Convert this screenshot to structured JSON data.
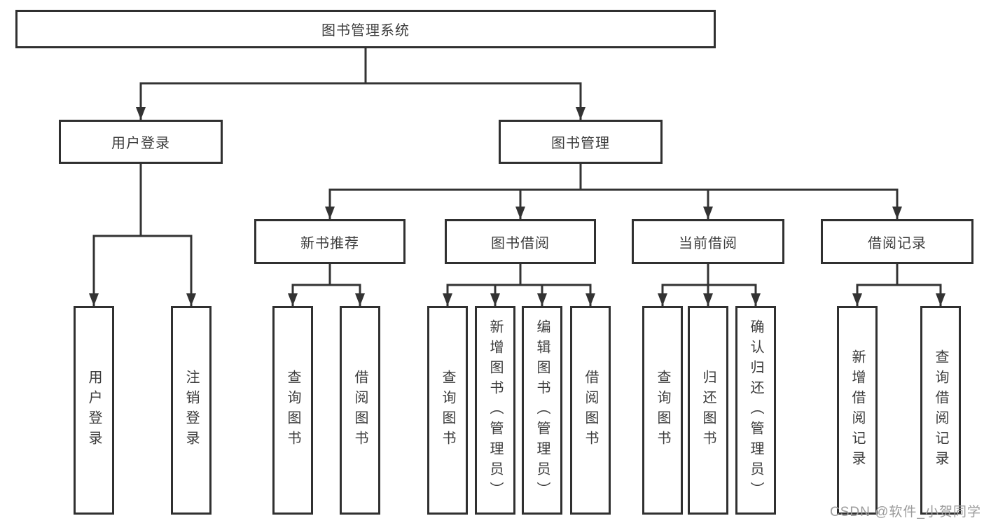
{
  "diagram": {
    "root": {
      "label": "图书管理系统"
    },
    "level2": {
      "user_login": {
        "label": "用户登录"
      },
      "book_mgmt": {
        "label": "图书管理"
      }
    },
    "level3": {
      "new_books": {
        "label": "新书推荐"
      },
      "book_borrow": {
        "label": "图书借阅"
      },
      "current_borrow": {
        "label": "当前借阅"
      },
      "borrow_records": {
        "label": "借阅记录"
      }
    },
    "leaves": {
      "user_login": [
        "用户登录",
        "注销登录"
      ],
      "new_books": [
        "查询图书",
        "借阅图书"
      ],
      "book_borrow": [
        "查询图书",
        "新增图书（管理员）",
        "编辑图书（管理员）",
        "借阅图书"
      ],
      "current_borrow": [
        "查询图书",
        "归还图书",
        "确认归还（管理员）"
      ],
      "borrow_records": [
        "新增借阅记录",
        "查询借阅记录"
      ]
    }
  },
  "watermark": {
    "text": "CSDN @软件_小贺同学"
  },
  "colors": {
    "background": "#ffffff",
    "line": "#333333",
    "box_border": "#303030",
    "text": "#3c3c3c",
    "watermark": "#9b9b9b"
  }
}
